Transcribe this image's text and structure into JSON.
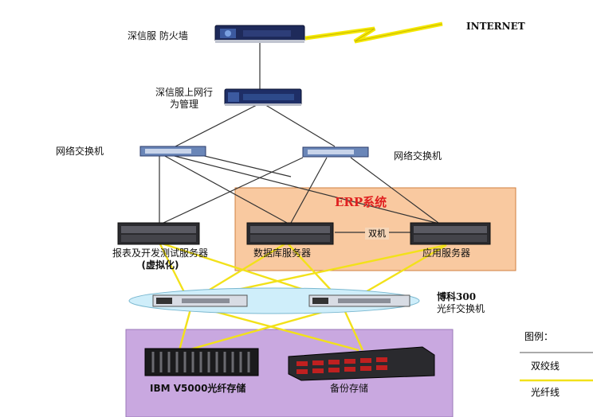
{
  "labels": {
    "firewall": "深信服 防火墙",
    "internet": "INTERNET",
    "behavior_mgmt_line1": "深信服上网行",
    "behavior_mgmt_line2": "为管理",
    "switch_left": "网络交换机",
    "switch_right": "网络交换机",
    "erp_title": "ERP系统",
    "dual": "双机",
    "report_server_line1": "报表及开发测试服务器",
    "report_server_line2": "(虚拟化)",
    "db_server": "数据库服务器",
    "app_server": "应用服务器",
    "fc_switch_line1": "博科300",
    "fc_switch_line2": "光纤交换机",
    "ibm_storage": "IBM V5000光纤存储",
    "backup_storage": "备份存储"
  },
  "legend": {
    "title": "图例：",
    "twisted_pair": "双绞线",
    "fiber": "光纤线"
  },
  "colors": {
    "erp_fill": "#f9c9a0",
    "erp_border": "#d08040",
    "storage_fill": "#c9a8e0",
    "fiber_line": "#f2e11a",
    "ethernet_line": "#333333",
    "lightning": "#f5e800",
    "fc_ellipse": "#cfeefa"
  }
}
